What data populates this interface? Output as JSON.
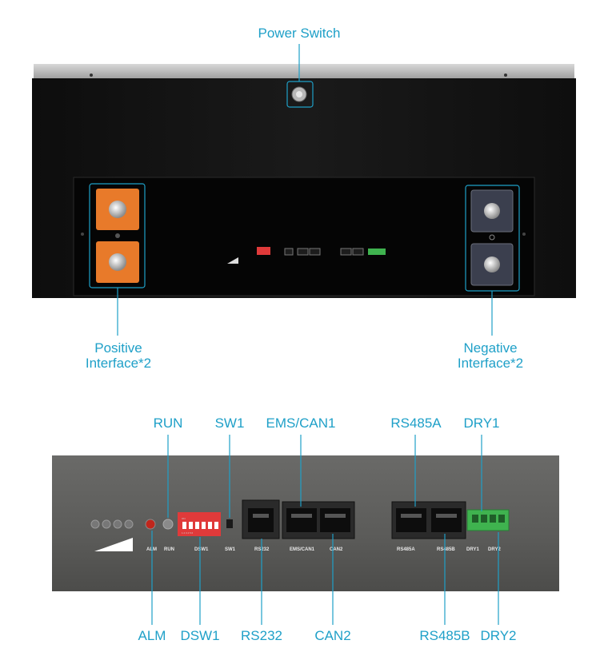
{
  "labels": {
    "power_switch": "Power Switch",
    "positive_line1": "Positive",
    "positive_line2": "Interface*2",
    "negative_line1": "Negative",
    "negative_line2": "Interface*2",
    "run": "RUN",
    "sw1": "SW1",
    "ems_can1": "EMS/CAN1",
    "rs485a": "RS485A",
    "dry1": "DRY1",
    "alm": "ALM",
    "dsw1": "DSW1",
    "rs232": "RS232",
    "can2": "CAN2",
    "rs485b": "RS485B",
    "dry2": "DRY2"
  },
  "silkscreen": {
    "alm": "ALM",
    "run": "RUN",
    "dsw1": "DSW1",
    "sw1": "SW1",
    "rs232": "RS232",
    "ems_can1": "EMS/CAN1",
    "can2": "CAN2",
    "rs485a": "RS485A",
    "rs485b": "RS485B",
    "dry1": "DRY1",
    "dry2": "DRY2",
    "dip_on": "ON",
    "dip_numbers": "1 2 3 4 5 6"
  },
  "colors": {
    "accent": "#1fa0c8",
    "terminal_positive": "#e87a2a",
    "terminal_negative": "#3b3f4e",
    "dip_switch": "#e03a3a",
    "dry_contact": "#3fb34f",
    "alarm_led": "#c0261c"
  }
}
